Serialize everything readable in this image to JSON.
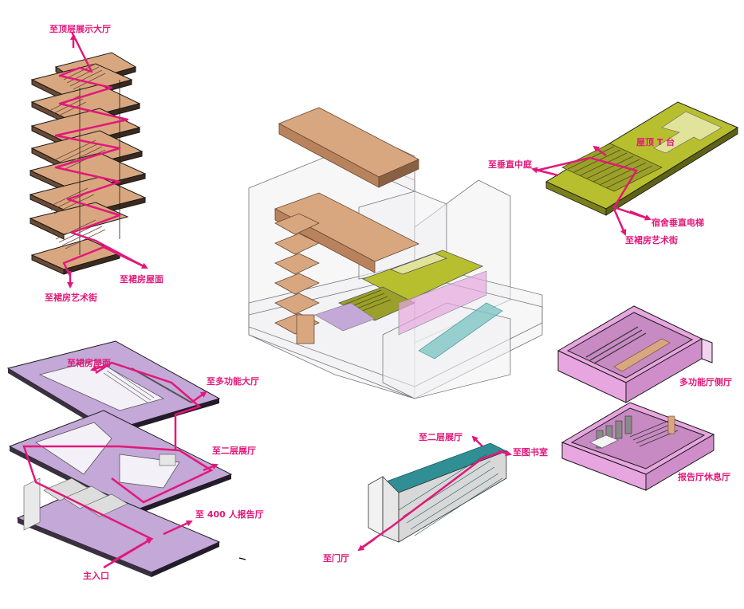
{
  "colors": {
    "route": "#e2187a",
    "wood": "#d9a77f",
    "wood_dark": "#6b4a34",
    "lilac": "#c3a8d8",
    "olive": "#b8bf2e",
    "olive_light": "#e2e39a",
    "pink_box": "#e7a6df",
    "teal": "#2f8f95",
    "ghost": "#f1f0f2",
    "line": "#1a1a1a"
  },
  "labels": {
    "tower_top": "至顶层展示大厅",
    "tower_roof": "至裙房屋面",
    "tower_street": "至裙房艺术街",
    "podium_roof": "至裙房屋面",
    "multi_hall": "至多功能大厅",
    "second_hall": "至二层展厅",
    "lecture_hall": "至 400 人报告厅",
    "main_entrance": "主入口",
    "roof_t": "屋顶 T 台",
    "vertical_atrium": "至垂直中庭",
    "dorm_elevator": "宿舍垂直电梯",
    "podium_street": "至裙房艺术街",
    "multi_side": "多功能厅侧厅",
    "lecture_lounge": "报告厅休息厅",
    "ramp_second": "至二层展厅",
    "library": "至图书室",
    "gate_hall": "至门厅"
  }
}
